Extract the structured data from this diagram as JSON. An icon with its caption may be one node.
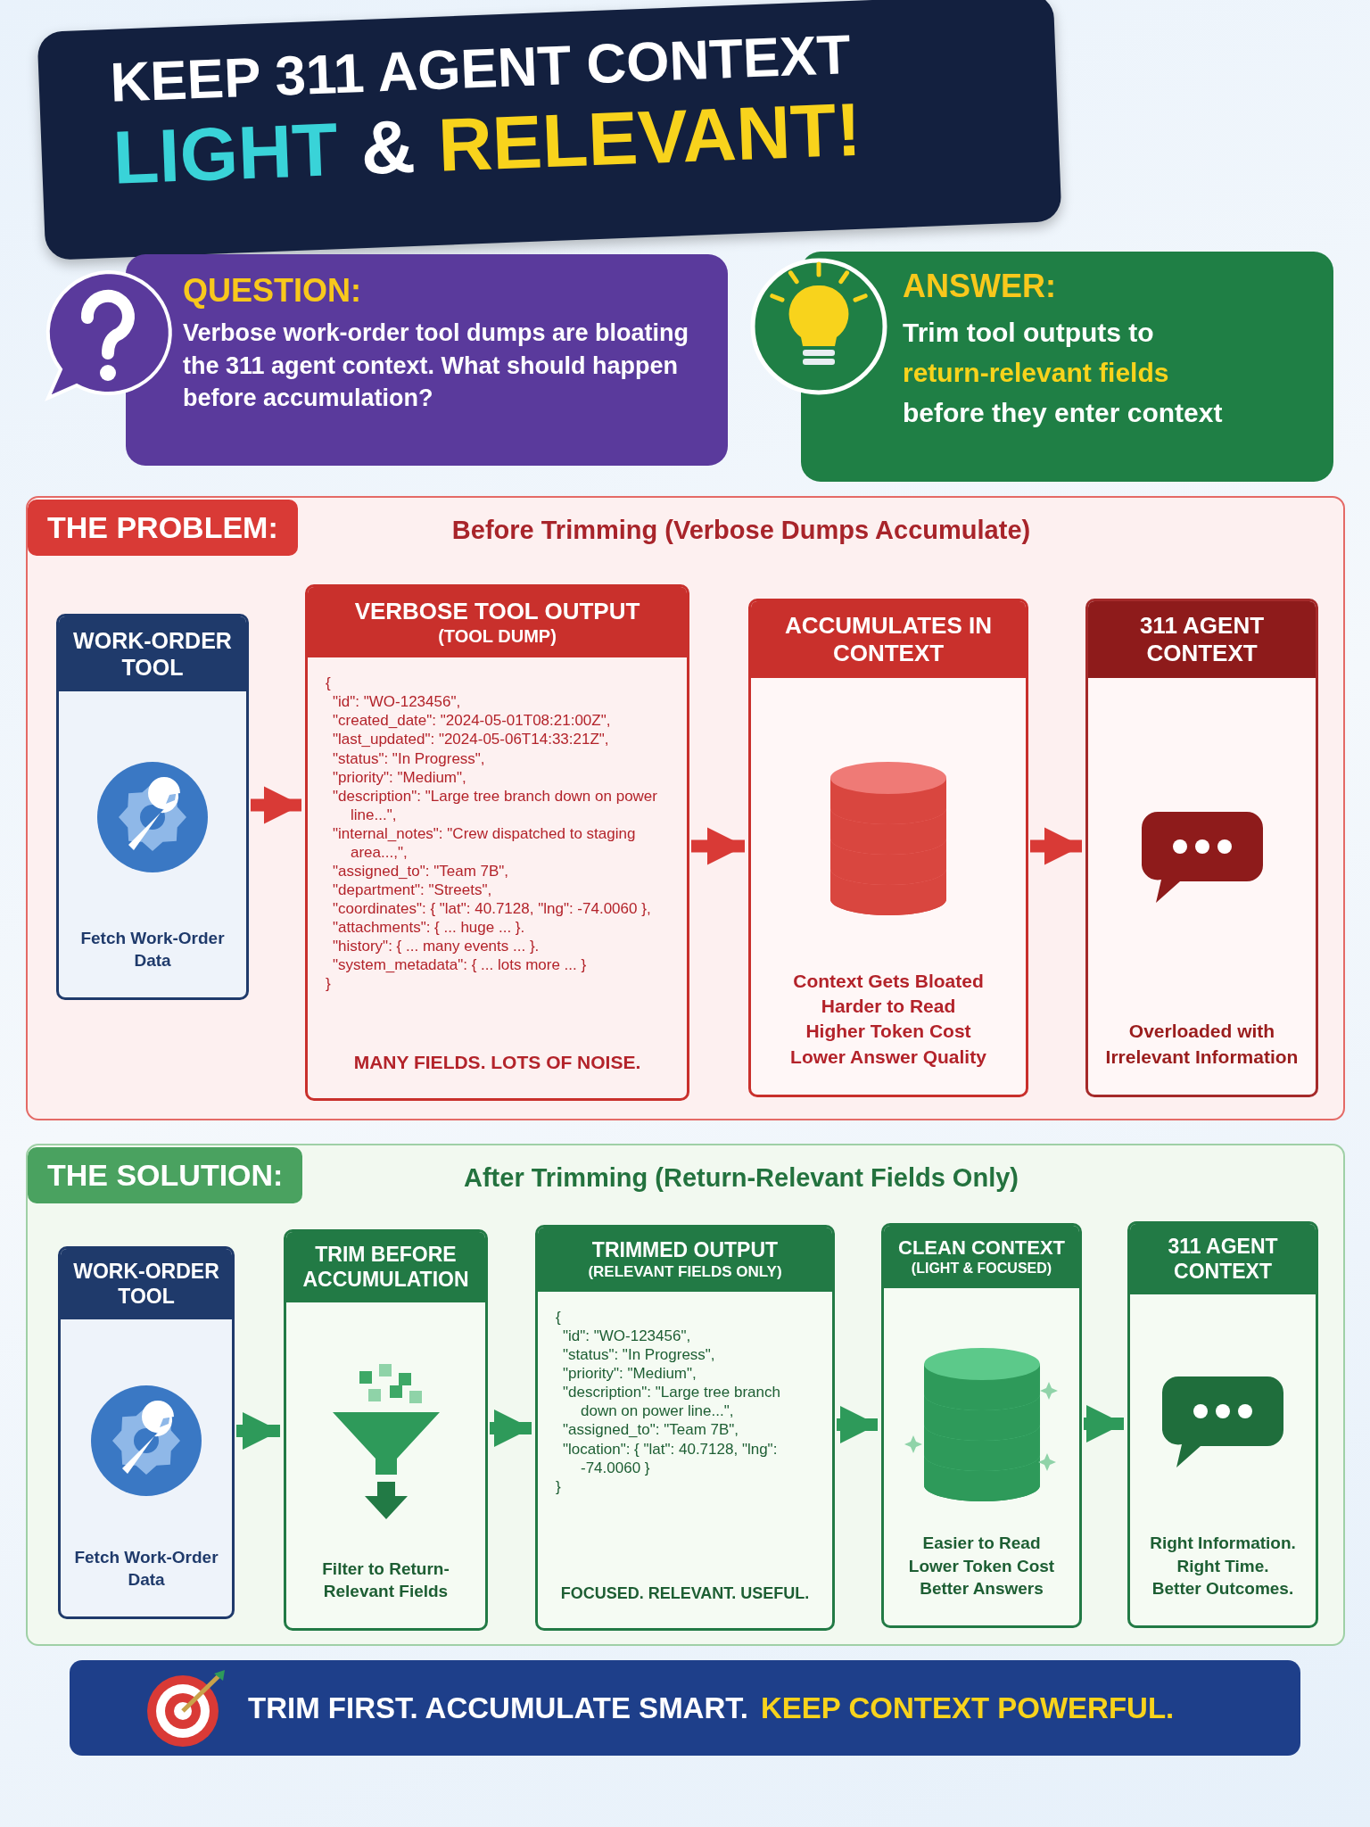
{
  "diagram": {
    "nodes": [
      {
        "text": [
          "KEEP 311 AGENT CONTEXT",
          "LIGHT",
          "&",
          "RELEVANT!"
        ]
      },
      {
        "text": [
          "QUESTION:",
          "Verbose work-order tool dumps are bloating the 311 agent context. What should happen before accumulation?"
        ]
      },
      {
        "text": [
          "ANSWER:",
          "Trim tool outputs to",
          "return-relevant fields",
          "before they enter context"
        ]
      },
      {
        "text": [
          "THE PROBLEM:",
          "Before Trimming (Verbose Dumps Accumulate)"
        ]
      },
      {
        "text": [
          "WORK-ORDER TOOL",
          "Fetch Work-Order Data"
        ],
        "in": 3
      },
      {
        "text": [
          "VERBOSE TOOL OUTPUT",
          "(TOOL DUMP)",
          "{",
          "\"id\": \"WO-123456\",",
          "\"created_date\": \"2024-05-01T08:21:00Z\",",
          "\"last_updated\": \"2024-05-06T14:33:21Z\",",
          "\"status\": \"In Progress\",",
          "\"priority\": \"Medium\",",
          "\"description\": \"Large tree branch down on power line...\",",
          "\"internal_notes\": \"Crew dispatched to staging area...,\",",
          "\"assigned_to\": \"Team 7B\",",
          "\"department\": \"Streets\",",
          "\"coordinates\": { \"lat\": 40.7128, \"lng\": -74.0060 },",
          "\"attachments\": { ... huge ... }.",
          "\"history\": { ... many events ... }.",
          "\"system_metadata\": { ... lots more ... }",
          "}",
          "MANY FIELDS. LOTS OF NOISE."
        ],
        "in": 3
      },
      {
        "text": [
          "ACCUMULATES IN CONTEXT",
          "Context Gets Bloated",
          "Harder to Read",
          "Higher Token Cost",
          "Lower Answer Quality"
        ],
        "in": 3
      },
      {
        "text": [
          "311 AGENT CONTEXT",
          "Overloaded with Irrelevant Information"
        ],
        "in": 3
      },
      {
        "text": [
          "THE SOLUTION:",
          "After Trimming (Return-Relevant Fields Only)"
        ]
      },
      {
        "text": [
          "WORK-ORDER TOOL",
          "Fetch Work-Order Data"
        ],
        "in": 8
      },
      {
        "text": [
          "TRIM BEFORE ACCUMULATION",
          "Filter to Return-Relevant Fields"
        ],
        "in": 8
      },
      {
        "text": [
          "TRIMMED OUTPUT",
          "(RELEVANT FIELDS ONLY)",
          "{",
          "\"id\": \"WO-123456\",",
          "\"status\": \"In Progress\",",
          "\"priority\": \"Medium\",",
          "\"description\": \"Large tree branch down on power line...\",",
          "\"assigned_to\": \"Team 7B\",",
          "\"location\": { \"lat\": 40.7128, \"lng\": -74.0060 }",
          "}",
          "FOCUSED. RELEVANT. USEFUL."
        ],
        "in": 8
      },
      {
        "text": [
          "CLEAN CONTEXT",
          "(LIGHT & FOCUSED)",
          "Easier to Read",
          "Lower Token Cost",
          "Better Answers"
        ],
        "in": 8
      },
      {
        "text": [
          "311 AGENT CONTEXT",
          "Right Information.",
          "Right Time.",
          "Better Outcomes."
        ],
        "in": 8
      },
      {
        "text": [
          "TRIM FIRST. ACCUMULATE SMART.",
          "KEEP CONTEXT POWERFUL."
        ]
      }
    ],
    "edges": [
      {
        "from": 4,
        "to": 5,
        "arrow": "to",
        "color": "#d93a36"
      },
      {
        "from": 5,
        "to": 6,
        "arrow": "to",
        "color": "#d93a36"
      },
      {
        "from": 6,
        "to": 7,
        "arrow": "to",
        "color": "#d93a36"
      },
      {
        "from": 9,
        "to": 10,
        "arrow": "to"
      },
      {
        "from": 10,
        "to": 11,
        "arrow": "to"
      },
      {
        "from": 11,
        "to": 12,
        "arrow": "to"
      },
      {
        "from": 12,
        "to": 13,
        "arrow": "to"
      }
    ]
  }
}
